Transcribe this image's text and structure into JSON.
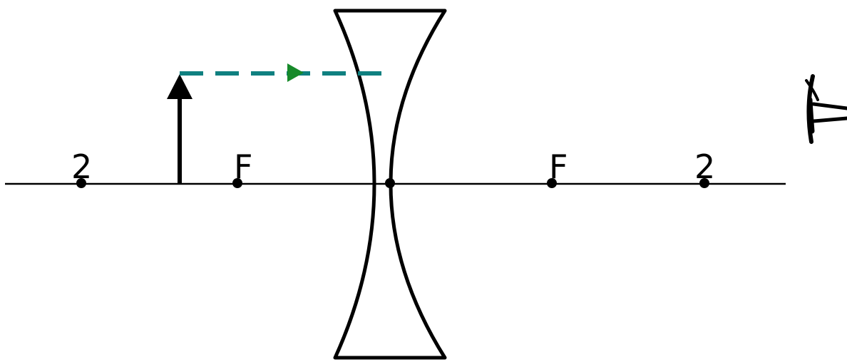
{
  "labels": {
    "far_left": "2",
    "focal_left": "F",
    "focal_right": "F",
    "far_right": "2"
  },
  "colors": {
    "line": "#000000",
    "ray": "#0f8080",
    "ray_arrowhead": "#178a2a",
    "background": "#ffffff"
  },
  "icons": {
    "eye": "eye-icon",
    "object": "upward-arrow",
    "ray": "dashed-horizontal-ray"
  }
}
